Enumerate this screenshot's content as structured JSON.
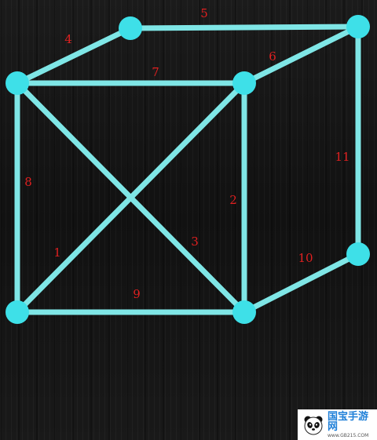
{
  "colors": {
    "line": "#7fe6e6",
    "node": "#3ee0e8",
    "label": "#e02020"
  },
  "puzzle": {
    "nodes": [
      {
        "id": "A"
      },
      {
        "id": "B"
      },
      {
        "id": "C"
      },
      {
        "id": "D"
      },
      {
        "id": "E"
      },
      {
        "id": "F"
      },
      {
        "id": "G"
      },
      {
        "id": "H"
      }
    ],
    "edges": [
      {
        "label": "1",
        "from": "E",
        "to": "D"
      },
      {
        "label": "2",
        "from": "D",
        "to": "F"
      },
      {
        "label": "3",
        "from": "A",
        "to": "F"
      },
      {
        "label": "4",
        "from": "A",
        "to": "B"
      },
      {
        "label": "5",
        "from": "B",
        "to": "C"
      },
      {
        "label": "6",
        "from": "D",
        "to": "C"
      },
      {
        "label": "7",
        "from": "A",
        "to": "D"
      },
      {
        "label": "8",
        "from": "A",
        "to": "E"
      },
      {
        "label": "9",
        "from": "E",
        "to": "F"
      },
      {
        "label": "10",
        "from": "F",
        "to": "G"
      },
      {
        "label": "11",
        "from": "C",
        "to": "G"
      }
    ]
  },
  "watermark": {
    "title": "国宝手游网",
    "url": "www.GB215.COM"
  }
}
